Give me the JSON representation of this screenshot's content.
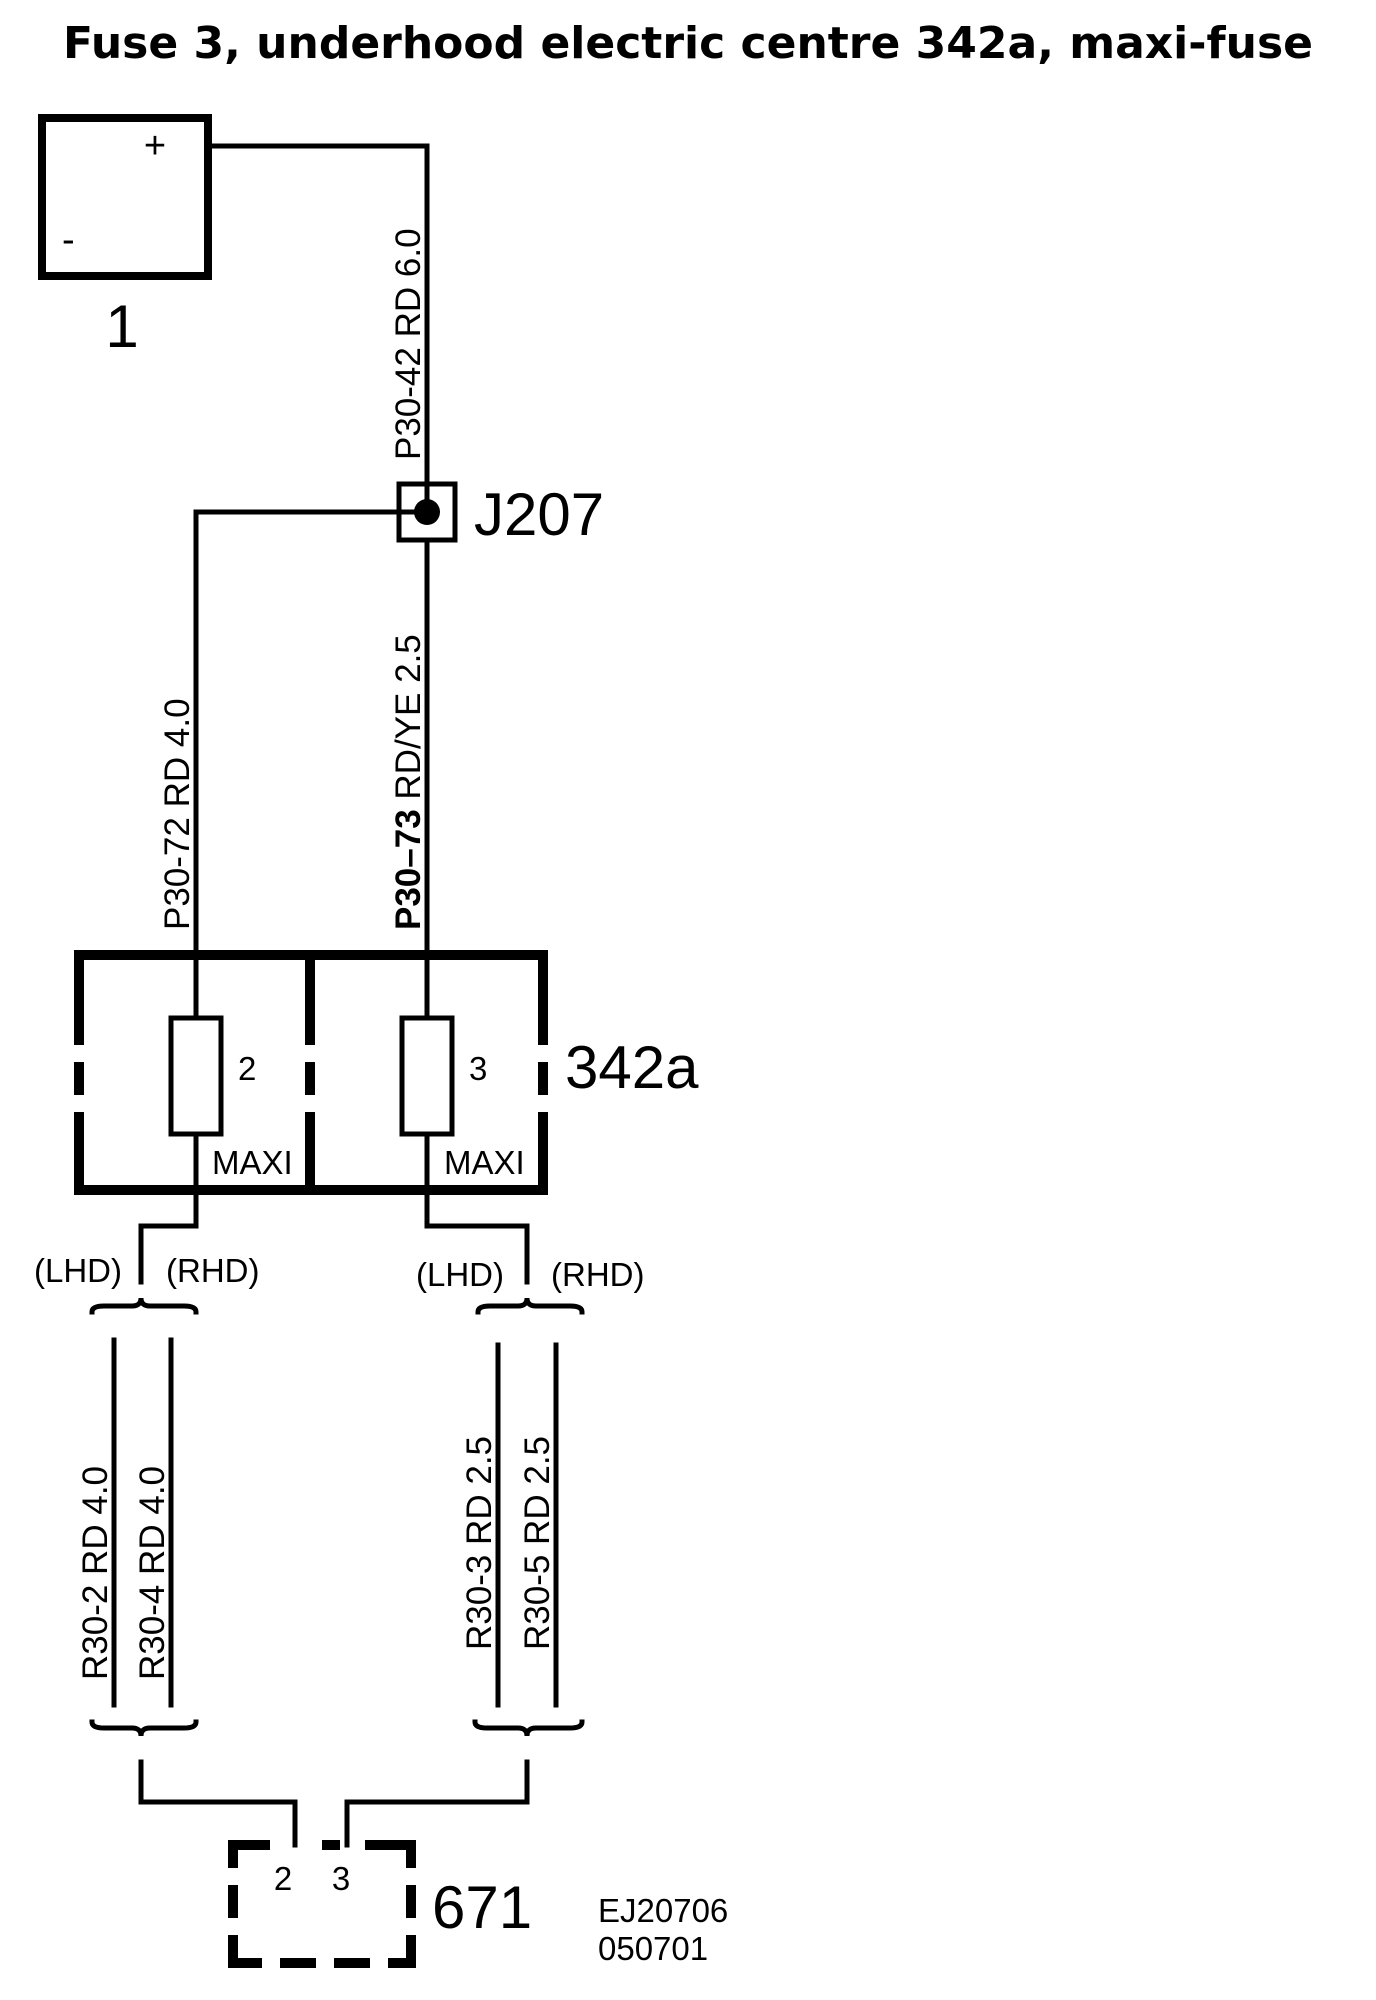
{
  "title": "Fuse 3, underhood electric centre 342a, maxi-fuse",
  "battery": {
    "id": "1",
    "plus": "+",
    "minus": "-"
  },
  "junction": {
    "id": "J207"
  },
  "fuse_box": {
    "id": "342a",
    "fuses": [
      {
        "number": "2",
        "type": "MAXI"
      },
      {
        "number": "3",
        "type": "MAXI"
      }
    ]
  },
  "component_671": {
    "id": "671",
    "pins": [
      "2",
      "3"
    ]
  },
  "wires": {
    "p30_42": {
      "circuit": "P30-42",
      "color": "RD",
      "size": "6.0"
    },
    "p30_73": {
      "circuit": "P30–73",
      "color": "RD/YE",
      "size": "2.5"
    },
    "p30_72": {
      "circuit": "P30-72",
      "color": "RD",
      "size": "4.0"
    },
    "r30_2": {
      "circuit": "R30-2",
      "color": "RD",
      "size": "4.0"
    },
    "r30_4": {
      "circuit": "R30-4",
      "color": "RD",
      "size": "4.0"
    },
    "r30_3": {
      "circuit": "R30-3",
      "color": "RD",
      "size": "2.5"
    },
    "r30_5": {
      "circuit": "R30-5",
      "color": "RD",
      "size": "2.5"
    }
  },
  "variants": {
    "lhd": "(LHD)",
    "rhd": "(RHD)"
  },
  "reference": {
    "code": "EJ20706",
    "date": "050701"
  }
}
